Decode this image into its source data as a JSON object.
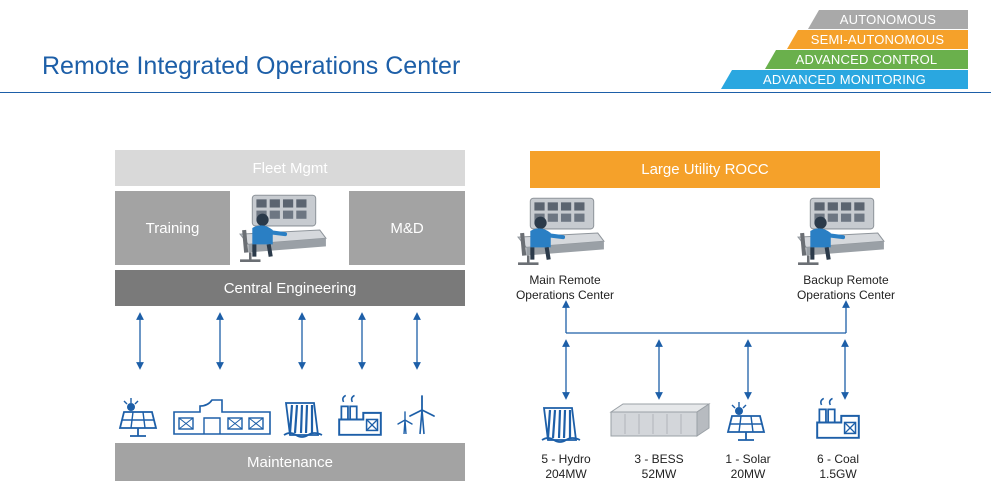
{
  "header": {
    "title": "Remote Integrated Operations Center",
    "tiers": [
      {
        "label": "AUTONOMOUS",
        "color": "#a9a9a9"
      },
      {
        "label": "SEMI-AUTONOMOUS",
        "color": "#f5a12a"
      },
      {
        "label": "ADVANCED CONTROL",
        "color": "#6ab04c"
      },
      {
        "label": "ADVANCED MONITORING",
        "color": "#2aa7e0"
      }
    ]
  },
  "left": {
    "fleet_mgmt": "Fleet Mgmt",
    "training": "Training",
    "md": "M&D",
    "central_engineering": "Central Engineering",
    "maintenance": "Maintenance",
    "assets": [
      "solar-icon",
      "thermal-plant-icon",
      "hydro-dam-icon",
      "factory-icon",
      "wind-turbine-icon"
    ]
  },
  "right": {
    "rocc": "Large Utility ROCC",
    "main_center": [
      "Main Remote",
      "Operations Center"
    ],
    "backup_center": [
      "Backup Remote",
      "Operations Center"
    ],
    "assets": [
      {
        "icon": "hydro-dam-icon",
        "line1": "5 - Hydro",
        "line2": "204MW"
      },
      {
        "icon": "battery-storage-icon",
        "line1": "3 - BESS",
        "line2": "52MW"
      },
      {
        "icon": "solar-icon",
        "line1": "1 - Solar",
        "line2": "20MW"
      },
      {
        "icon": "factory-icon",
        "line1": "6 - Coal",
        "line2": "1.5GW"
      }
    ]
  },
  "colors": {
    "accent": "#1d5fa8",
    "gray": "#a3a3a3",
    "dark_gray": "#7a7a7a",
    "orange": "#f5a12a",
    "light_gray": "#d9d9d9"
  }
}
